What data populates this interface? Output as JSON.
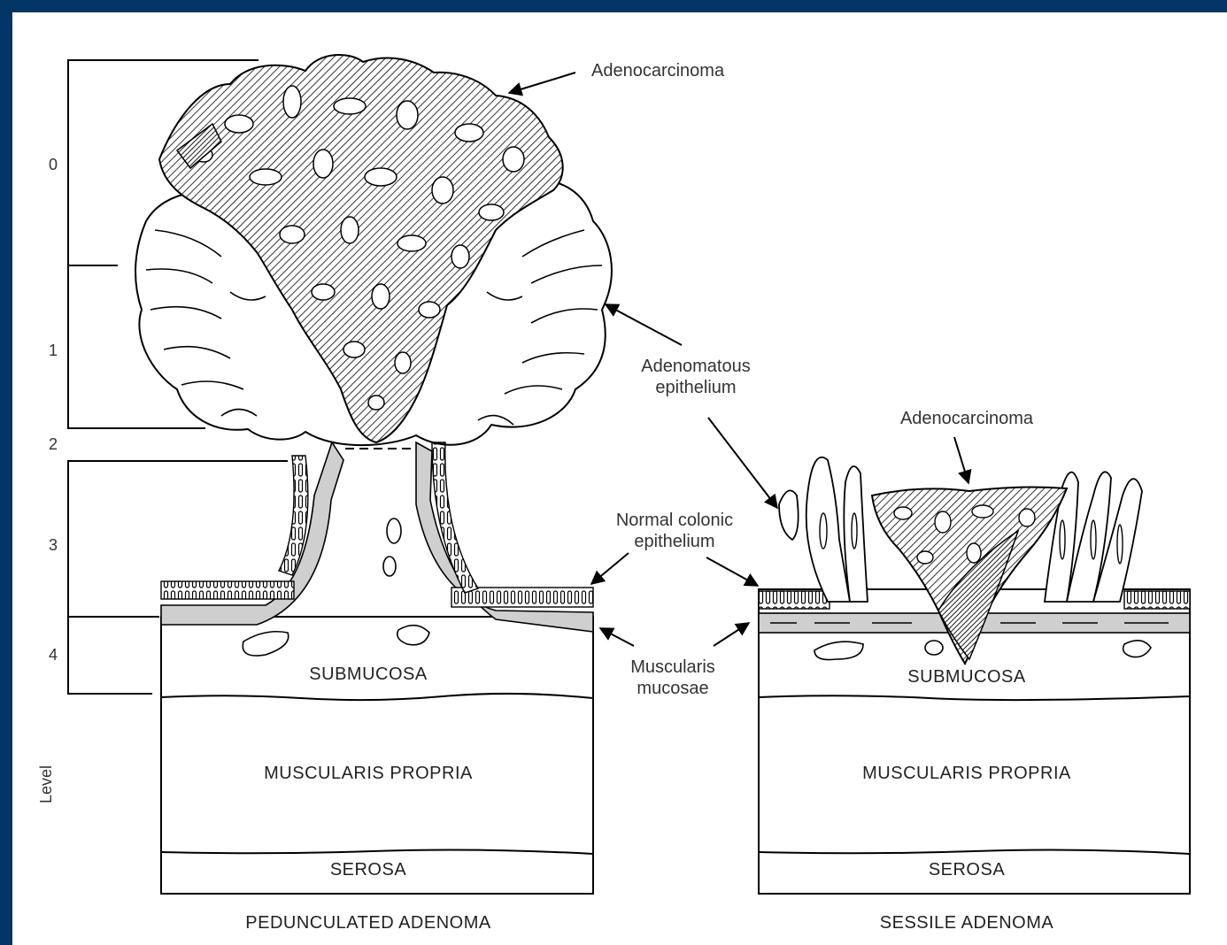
{
  "levels": {
    "title": "Level",
    "marks": [
      "0",
      "1",
      "2",
      "3",
      "4"
    ]
  },
  "annotations": {
    "adenocarcinoma_top": "Adenocarcinoma",
    "adenomatous_line1": "Adenomatous",
    "adenomatous_line2": "epithelium",
    "adenocarcinoma_sessile": "Adenocarcinoma",
    "normal_line1": "Normal colonic",
    "normal_line2": "epithelium",
    "muscularis_line1": "Muscularis",
    "muscularis_line2": "mucosae"
  },
  "pedunculated": {
    "submucosa": "SUBMUCOSA",
    "muscularis_propria": "MUSCULARIS PROPRIA",
    "serosa": "SEROSA",
    "caption": "PEDUNCULATED ADENOMA"
  },
  "sessile": {
    "submucosa": "SUBMUCOSA",
    "muscularis_propria": "MUSCULARIS PROPRIA",
    "serosa": "SEROSA",
    "caption": "SESSILE ADENOMA"
  }
}
